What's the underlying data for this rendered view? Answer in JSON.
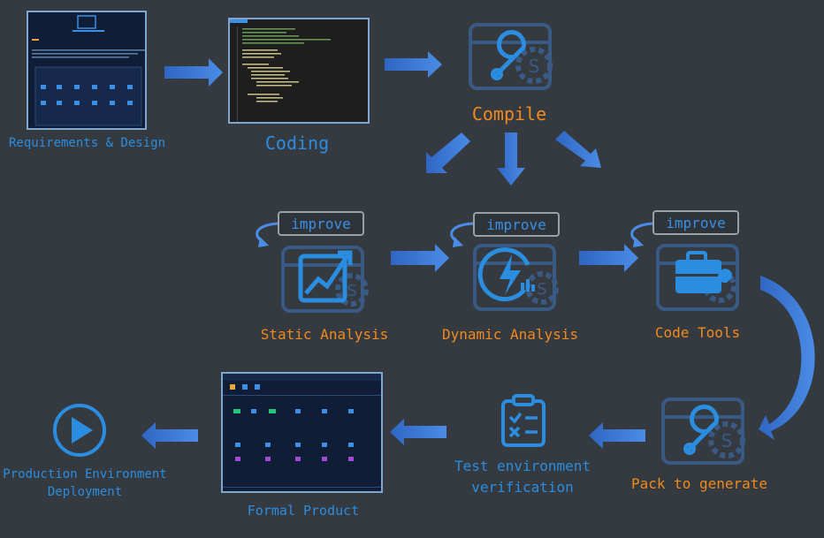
{
  "stages": {
    "requirements": "Requirements & Design",
    "coding": "Coding",
    "compile": "Compile",
    "static_analysis": "Static Analysis",
    "dynamic_analysis": "Dynamic Analysis",
    "code_tools": "Code Tools",
    "pack": "Pack to generate",
    "test_line1": "Test environment",
    "test_line2": "verification",
    "formal_product": "Formal Product",
    "deploy_line1": "Production Environment",
    "deploy_line2": "Deployment"
  },
  "improve_label": "improve",
  "colors": {
    "background": "#353a40",
    "blue": "#2a8de0",
    "orange": "#f08a1c",
    "arrow": "#3a78d4"
  },
  "icons": [
    "wrench-gear-icon",
    "chart-trend-icon",
    "lightning-icon",
    "toolbox-icon",
    "checklist-icon",
    "play-icon"
  ]
}
